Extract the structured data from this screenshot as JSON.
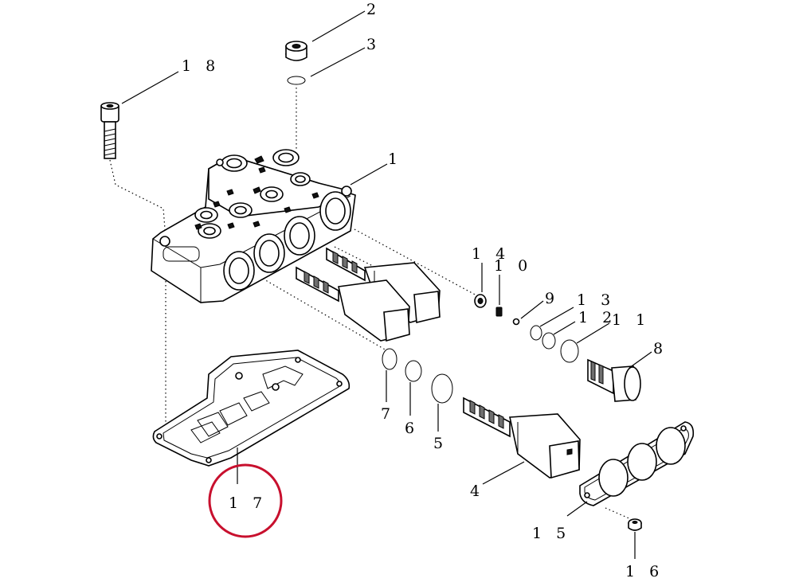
{
  "diagram": {
    "callouts": {
      "p1": "1",
      "p2": "2",
      "p3": "3",
      "p4": "4",
      "p5": "5",
      "p6": "6",
      "p7": "7",
      "p8": "8",
      "p9": "9",
      "p10": "1 0",
      "p11": "1 1",
      "p12": "1 2",
      "p13": "1 3",
      "p14": "1 4",
      "p15": "1 5",
      "p16": "1 6",
      "p17": "1 7",
      "p18": "1 8"
    },
    "highlighted_callout": "1 7",
    "highlight_color": "#c8102e"
  }
}
